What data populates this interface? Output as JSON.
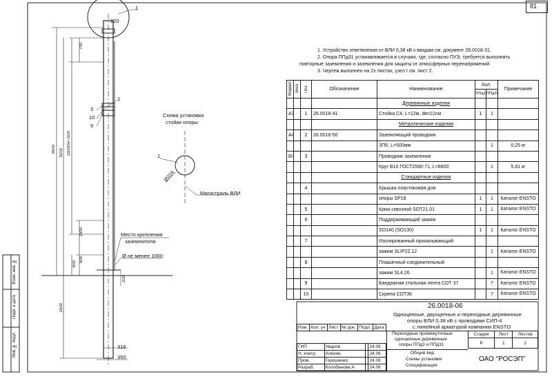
{
  "page_number": "81",
  "notes": [
    "1. Устройство ответвления от ВЛИ 0,38 кВ к вводам см. документ 26.0018-31.",
    "2. Опора ППд31 устанавливается в случаях, где, согласно ПУЭ, требуется выполнять",
    "повторные заземления и заземления для защиты от атмосферных перенапряжений.",
    "3. Чертеж выполнен на 2х листах, узел I см. лист 2."
  ],
  "drawing": {
    "dims": {
      "top_circle": "220",
      "d700": "700",
      "d9500": "9500",
      "d9200": "9200",
      "d1500x5": "1500х5=7500",
      "d1500": "1500",
      "d500": "500",
      "d600": "600",
      "d200": "200",
      "d2500": "2500",
      "d316": "316",
      "d350": "350",
      "ground_min": "Ø не менее 1000",
      "diam316": "Ø316"
    },
    "callouts": [
      "1",
      "3",
      "10",
      "9",
      "1",
      "I"
    ],
    "labels": {
      "scheme_title_1": "Схема установки",
      "scheme_title_2": "стойки опоры",
      "vli_main": "Магистраль ВЛИ",
      "ground_attach_1": "Место крепления",
      "ground_attach_2": "заземлителя"
    }
  },
  "spec": {
    "headers": {
      "format": "Формат",
      "zone": "Зона",
      "pos": "Поз.",
      "designation": "Обозначение",
      "name": "Наименование",
      "qty": "Кол.",
      "qty_a": "ППд3",
      "qty_b": "ППд31",
      "note": "Примечание"
    },
    "rows": [
      {
        "section": "Деревянные изделия"
      },
      {
        "fmt": "А3",
        "pos": "1",
        "des": "26.0018-41",
        "name": "Стойка С4, L=12м, dв=22см",
        "q1": "1",
        "q2": "1",
        "note": ""
      },
      {
        "section": "Металлические изделия"
      },
      {
        "fmt": "А4",
        "pos": "2",
        "des": "26.0018-50",
        "name": "Заземляющий проводник",
        "q1": "",
        "q2": "",
        "note": ""
      },
      {
        "fmt": "",
        "pos": "",
        "des": "",
        "name": "ЗП6, L=500мм",
        "q1": "",
        "q2": "1",
        "note": "0,25 кг"
      },
      {
        "fmt": "БЧ",
        "pos": "3",
        "des": "",
        "name": "Проводник заземления",
        "q1": "",
        "q2": "",
        "note": ""
      },
      {
        "fmt": "",
        "pos": "",
        "des": "",
        "name": "Круг В10 ГОСТ2590-71, L=8800",
        "q1": "",
        "q2": "1",
        "note": "5,41 кг"
      },
      {
        "section": "Стандартные изделия"
      },
      {
        "fmt": "",
        "pos": "4",
        "des": "",
        "name": "Крышка пластиковая для",
        "q1": "",
        "q2": "",
        "note": ""
      },
      {
        "fmt": "",
        "pos": "",
        "des": "",
        "name": "опоры SP18",
        "q1": "1",
        "q2": "1",
        "note": "Каталог ENSTO"
      },
      {
        "fmt": "",
        "pos": "5",
        "des": "",
        "name": "Крюк сквозной SOT21.01",
        "q1": "1",
        "q2": "1",
        "note": "Каталог ENSTO"
      },
      {
        "fmt": "",
        "pos": "6",
        "des": "",
        "name": "Поддерживающий зажим",
        "q1": "",
        "q2": "",
        "note": ""
      },
      {
        "fmt": "",
        "pos": "",
        "des": "",
        "name": "SO140 (SO130)",
        "q1": "1",
        "q2": "1",
        "note": "Каталог ENSTO"
      },
      {
        "fmt": "",
        "pos": "7",
        "des": "",
        "name": "Изолированный прокалывающий",
        "q1": "",
        "q2": "",
        "note": ""
      },
      {
        "fmt": "",
        "pos": "",
        "des": "",
        "name": "зажим SLIP22.12",
        "q1": "",
        "q2": "1",
        "note": "Каталог ENSTO"
      },
      {
        "fmt": "",
        "pos": "8",
        "des": "",
        "name": "Плашечный соединительный",
        "q1": "",
        "q2": "",
        "note": ""
      },
      {
        "fmt": "",
        "pos": "",
        "des": "",
        "name": "зажим SL4.26",
        "q1": "",
        "q2": "1",
        "note": "Каталог ENSTO"
      },
      {
        "fmt": "",
        "pos": "9",
        "des": "",
        "name": "Бандажная стальная лента СОТ 37",
        "q1": "",
        "q2": "7",
        "note": "Каталог ENSTO"
      },
      {
        "fmt": "",
        "pos": "10",
        "des": "",
        "name": "Скрепа СОТ36",
        "q1": "",
        "q2": "7",
        "note": "Каталог ENSTO"
      }
    ]
  },
  "title_block": {
    "doc_code": "26.0018-06",
    "title_lines": [
      "Одноцепные, двухцепные и переходные деревянные",
      "опоры ВЛИ 0,38 кВ с проводами СИП-4",
      "с линейной арматурой компании ENSTO"
    ],
    "product_lines": [
      "Переходные промежуточные",
      "одноцепные деревянные",
      "опоры ППд3 и ППд31"
    ],
    "sheet_lines": [
      "Общий вид",
      "Схемы установки",
      "Спецификация"
    ],
    "stage_label": "Стадия",
    "sheet_label": "Лист",
    "sheets_label": "Листов",
    "stage": "Р",
    "sheet": "1",
    "sheets": "2",
    "org": "ОАО \"РОСЭП\"",
    "change_headers": [
      "Изм.",
      "Кол. уч",
      "Лист",
      "№ док.",
      "Подп.",
      "Дата"
    ],
    "people": [
      {
        "role": "ГИП",
        "name": "Уваров",
        "date": "24.06"
      },
      {
        "role": "Н. контр.",
        "name": "Алехин",
        "date": "24.06"
      },
      {
        "role": "Пров.",
        "name": "Горошенко",
        "date": "24.06"
      },
      {
        "role": "Разраб.",
        "name": "Колобанова А",
        "date": "24.06"
      }
    ],
    "side_stamp": [
      "Взам. инв. №",
      "Подп. и дата",
      "Инв. № подл."
    ]
  }
}
